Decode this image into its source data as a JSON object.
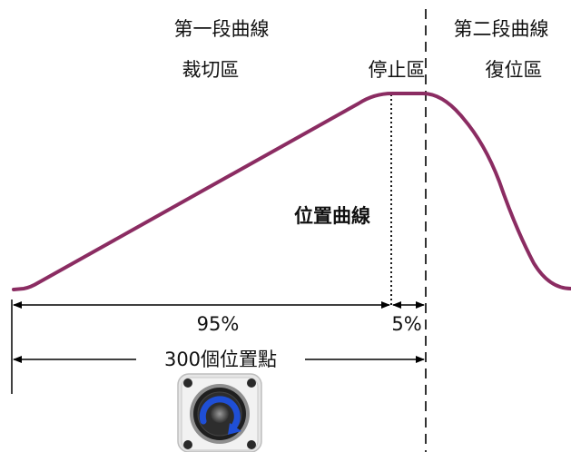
{
  "headings": {
    "segment_one": "第一段曲線",
    "segment_two": "第二段曲線"
  },
  "zones": {
    "cut": "裁切區",
    "stop": "停止區",
    "reset": "復位區"
  },
  "curve_label": "位置曲線",
  "dimensions": {
    "percent_main": "95%",
    "percent_stop": "5%",
    "points": "300個位置點"
  },
  "colors": {
    "curve": "#8b2c62",
    "line": "#000000",
    "motor_body": "#e6e6e6",
    "motor_face": "#222222",
    "motor_arrow": "#1f4fd6"
  },
  "icons": {
    "motor": "servo-motor-icon"
  }
}
